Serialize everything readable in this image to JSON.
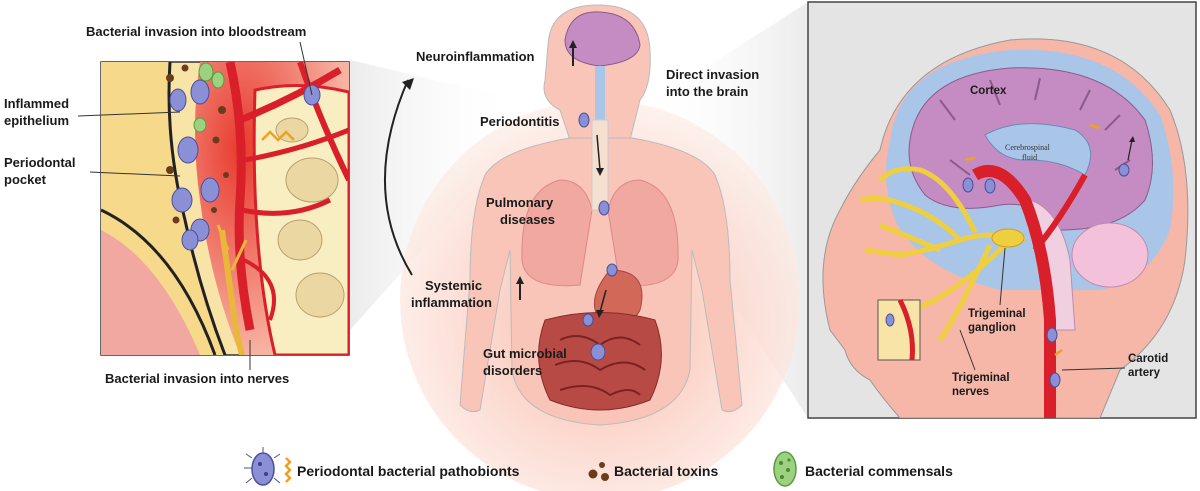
{
  "colors": {
    "tissue": "#f6b6a8",
    "vessel": "#d9202a",
    "nerve": "#f0cf3f",
    "bone": "#f8e8b0",
    "brain": "#c58cc4",
    "csf": "#a9c6e8",
    "bacteria": "#8a8fd6",
    "toxin": "#6b3c1c",
    "commensal": "#9bd17f"
  },
  "left_panel": {
    "label_bloodstream": "Bacterial invasion into bloodstream",
    "label_inflamed_1": "Inflammed",
    "label_inflamed_2": "epithelium",
    "label_pocket_1": "Periodontal",
    "label_pocket_2": "pocket",
    "label_nerves": "Bacterial invasion into nerves"
  },
  "center_panel": {
    "label_neuro": "Neuroinflammation",
    "label_periodontitis": "Periodontitis",
    "label_pulmonary_1": "Pulmonary",
    "label_pulmonary_2": "diseases",
    "label_systemic_1": "Systemic",
    "label_systemic_2": "inflammation",
    "label_gut_1": "Gut microbial",
    "label_gut_2": "disorders",
    "label_direct_1": "Direct invasion",
    "label_direct_2": "into the brain"
  },
  "right_panel": {
    "label_cortex": "Cortex",
    "label_csf_1": "Cerebrospinal",
    "label_csf_2": "fluid",
    "label_ganglion_1": "Trigeminal",
    "label_ganglion_2": "ganglion",
    "label_tnerves_1": "Trigeminal",
    "label_tnerves_2": "nerves",
    "label_carotid_1": "Carotid",
    "label_carotid_2": "artery"
  },
  "legend": {
    "pathobionts": "Periodontal bacterial pathobionts",
    "toxins": "Bacterial toxins",
    "commensals": "Bacterial commensals"
  }
}
